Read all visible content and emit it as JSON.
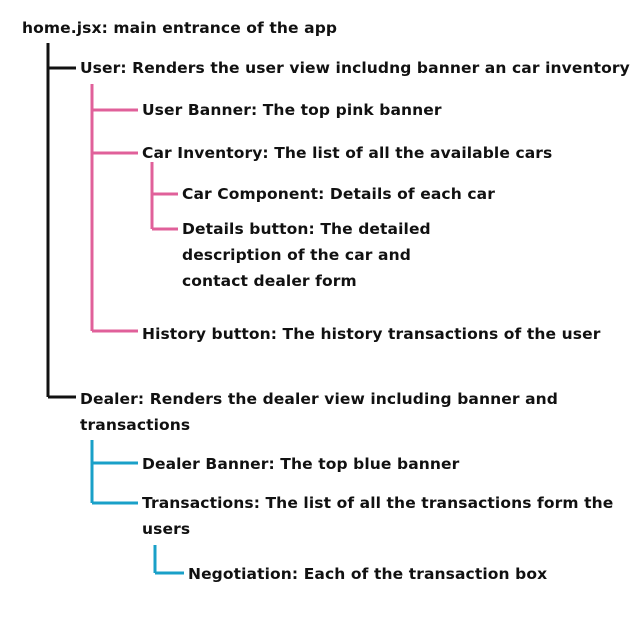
{
  "colors": {
    "root": "#111111",
    "user": "#e0609a",
    "dealer": "#1aa0c8"
  },
  "tree": {
    "root": "home.jsx: main entrance of the app",
    "user": {
      "label": "User: Renders the user view includng banner an car inventory",
      "banner": "User Banner: The top pink banner",
      "inventory": "Car Inventory: The list of all the available cars",
      "car_component": "Car Component: Details of each car",
      "details_button": "Details button: The detailed description of the car and contact dealer form",
      "history_button": "History button: The history transactions of the user"
    },
    "dealer": {
      "label": "Dealer: Renders the dealer view including banner and transactions",
      "banner": "Dealer Banner: The top blue banner",
      "transactions": "Transactions: The list of all the transactions form the users",
      "negotiation": "Negotiation: Each of the transaction box"
    }
  }
}
